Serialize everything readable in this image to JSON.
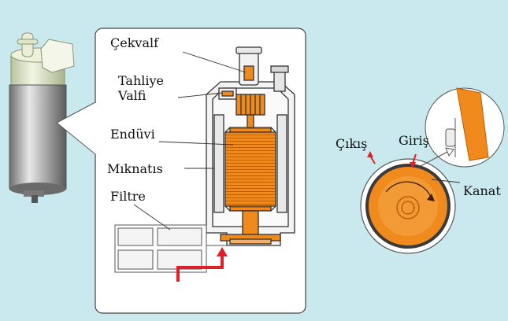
{
  "labels": {
    "cekvalf": "Çekvalf",
    "tahliye_line1": "Tahliye",
    "tahliye_line2": "Valfi",
    "enduvi": "Endüvi",
    "miknatis": "Mıknatıs",
    "filtre": "Filtre",
    "cikis": "Çıkış",
    "giris": "Giriş",
    "kanat": "Kanat"
  },
  "colors": {
    "background": "#c9e9ee",
    "panel": "#ffffff",
    "armature": "#f08a1c",
    "flow_arrow": "#e01f26",
    "outline": "#333333",
    "pump_body": "#9a9a9a",
    "pump_cap": "#dfe8c8"
  },
  "icons": [
    "fuel-pump-photo",
    "pump-cross-section",
    "impeller-detail",
    "flow-arrow"
  ]
}
